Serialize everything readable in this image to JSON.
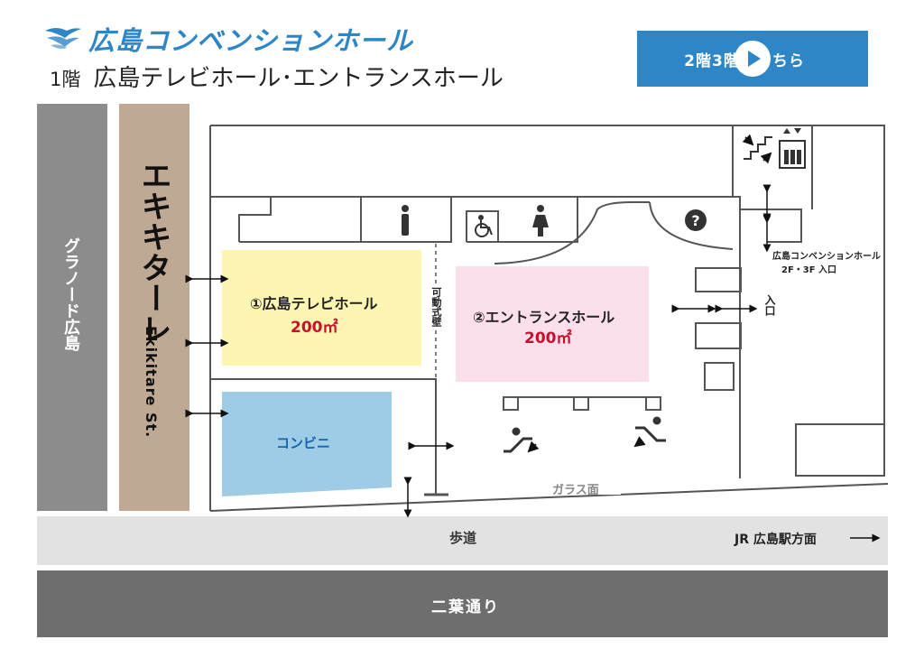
{
  "header": {
    "brand": "広島コンベンションホール",
    "floor_label": "1階",
    "floor_title": "広島テレビホール･エントランスホール",
    "nav_button_label": "2階3階はこちら"
  },
  "colors": {
    "brand_blue": "#2e86c6",
    "hall1": "#fdf6b2",
    "hall2": "#fbe0ec",
    "store": "#9ecbe6",
    "area_red": "#c8102e"
  },
  "surroundings": {
    "left_building": "グラノード広島",
    "station_mall": "エキキターレ",
    "station_mall_en": "Ekikitare St.",
    "sidewalk": "歩道",
    "station_direction": "JR 広島駅方面",
    "road": "二葉通り",
    "glass_wall": "ガラス面"
  },
  "rooms": {
    "hall1": {
      "name": "①広島テレビホール",
      "area": "200㎡"
    },
    "hall2": {
      "name": "②エントランスホール",
      "area": "200㎡"
    },
    "store": {
      "name": "コンビニ"
    },
    "partition": "可動式壁"
  },
  "labels": {
    "upper_entrance_line1": "広島コンベンションホール",
    "upper_entrance_line2": "2F・3F 入口",
    "entrance": "入口"
  },
  "icons": [
    "stairs-icon",
    "elevator-icon",
    "male-restroom-icon",
    "female-restroom-icon",
    "accessible-restroom-icon",
    "information-icon",
    "escalator-up-icon",
    "escalator-down-icon",
    "double-arrow-icon"
  ]
}
